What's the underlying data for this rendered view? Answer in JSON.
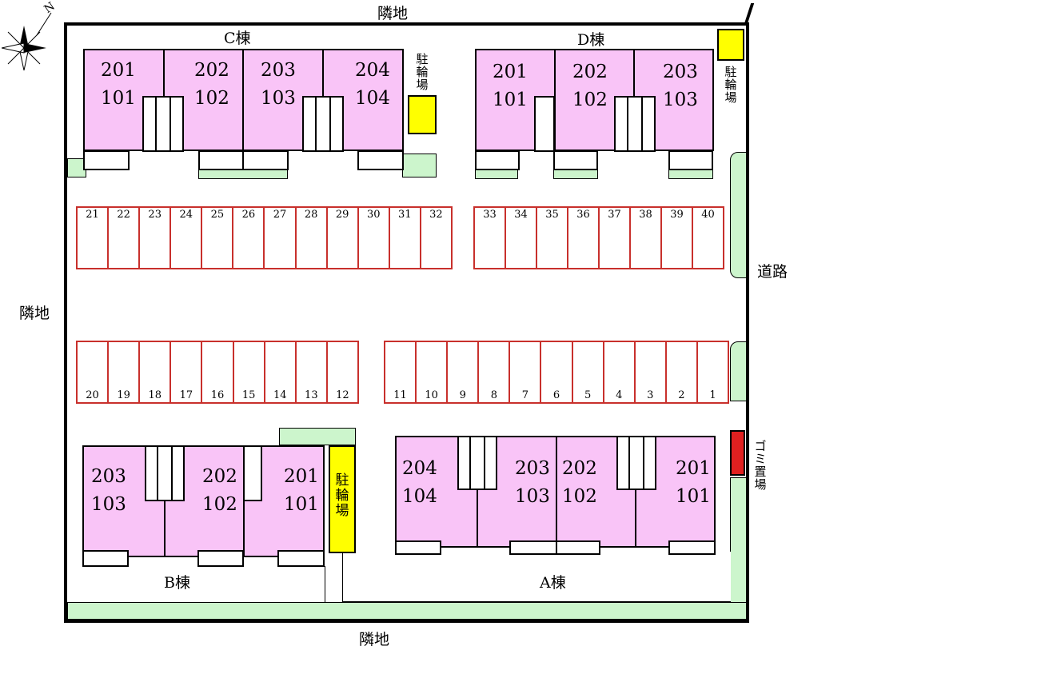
{
  "labels": {
    "neighbor": "隣地",
    "road": "道路",
    "bicycle_parking": "駐輪場",
    "trash": "ゴミ置場",
    "compass": "N"
  },
  "buildings": {
    "C": {
      "name": "C棟",
      "units": [
        [
          "201",
          "101"
        ],
        [
          "202",
          "102"
        ],
        [
          "203",
          "103"
        ],
        [
          "204",
          "104"
        ]
      ]
    },
    "D": {
      "name": "D棟",
      "units": [
        [
          "201",
          "101"
        ],
        [
          "202",
          "102"
        ],
        [
          "203",
          "103"
        ]
      ]
    },
    "B": {
      "name": "B棟",
      "units": [
        [
          "203",
          "103"
        ],
        [
          "202",
          "102"
        ],
        [
          "201",
          "101"
        ]
      ]
    },
    "A": {
      "name": "A棟",
      "units": [
        [
          "204",
          "104"
        ],
        [
          "203",
          "103"
        ],
        [
          "202",
          "102"
        ],
        [
          "201",
          "101"
        ]
      ]
    }
  },
  "parking": {
    "row_top_left": [
      "21",
      "22",
      "23",
      "24",
      "25",
      "26",
      "27",
      "28",
      "29",
      "30",
      "31",
      "32"
    ],
    "row_top_right": [
      "33",
      "34",
      "35",
      "36",
      "37",
      "38",
      "39",
      "40"
    ],
    "row_bottom_left": [
      "20",
      "19",
      "18",
      "17",
      "16",
      "15",
      "14",
      "13",
      "12"
    ],
    "row_bottom_right": [
      "11",
      "10",
      "9",
      "8",
      "7",
      "6",
      "5",
      "4",
      "3",
      "2",
      "1"
    ]
  },
  "colors": {
    "building": "#f9c4f7",
    "green_strip": "#ccf5cc",
    "bicycle": "#ffff00",
    "trash": "#e02020",
    "parking_line": "#c8302c"
  }
}
